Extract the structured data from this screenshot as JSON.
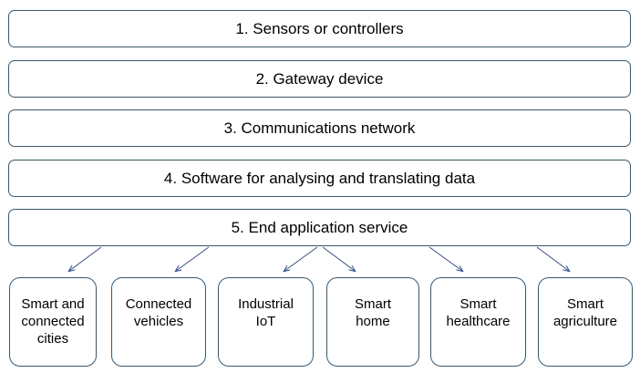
{
  "layers": [
    {
      "label": "1. Sensors or controllers"
    },
    {
      "label": "2. Gateway device"
    },
    {
      "label": "3. Communications network"
    },
    {
      "label": "4. Software for analysing and translating data"
    },
    {
      "label": "5. End application service"
    }
  ],
  "applications": [
    {
      "label": "Smart and\nconnected\ncities"
    },
    {
      "label": "Connected\nvehicles"
    },
    {
      "label": "Industrial\nIoT"
    },
    {
      "label": "Smart\nhome"
    },
    {
      "label": "Smart\nhealthcare"
    },
    {
      "label": "Smart\nagriculture"
    }
  ],
  "colors": {
    "border": "#2e5d82",
    "arrow": "#2e4d9c"
  }
}
